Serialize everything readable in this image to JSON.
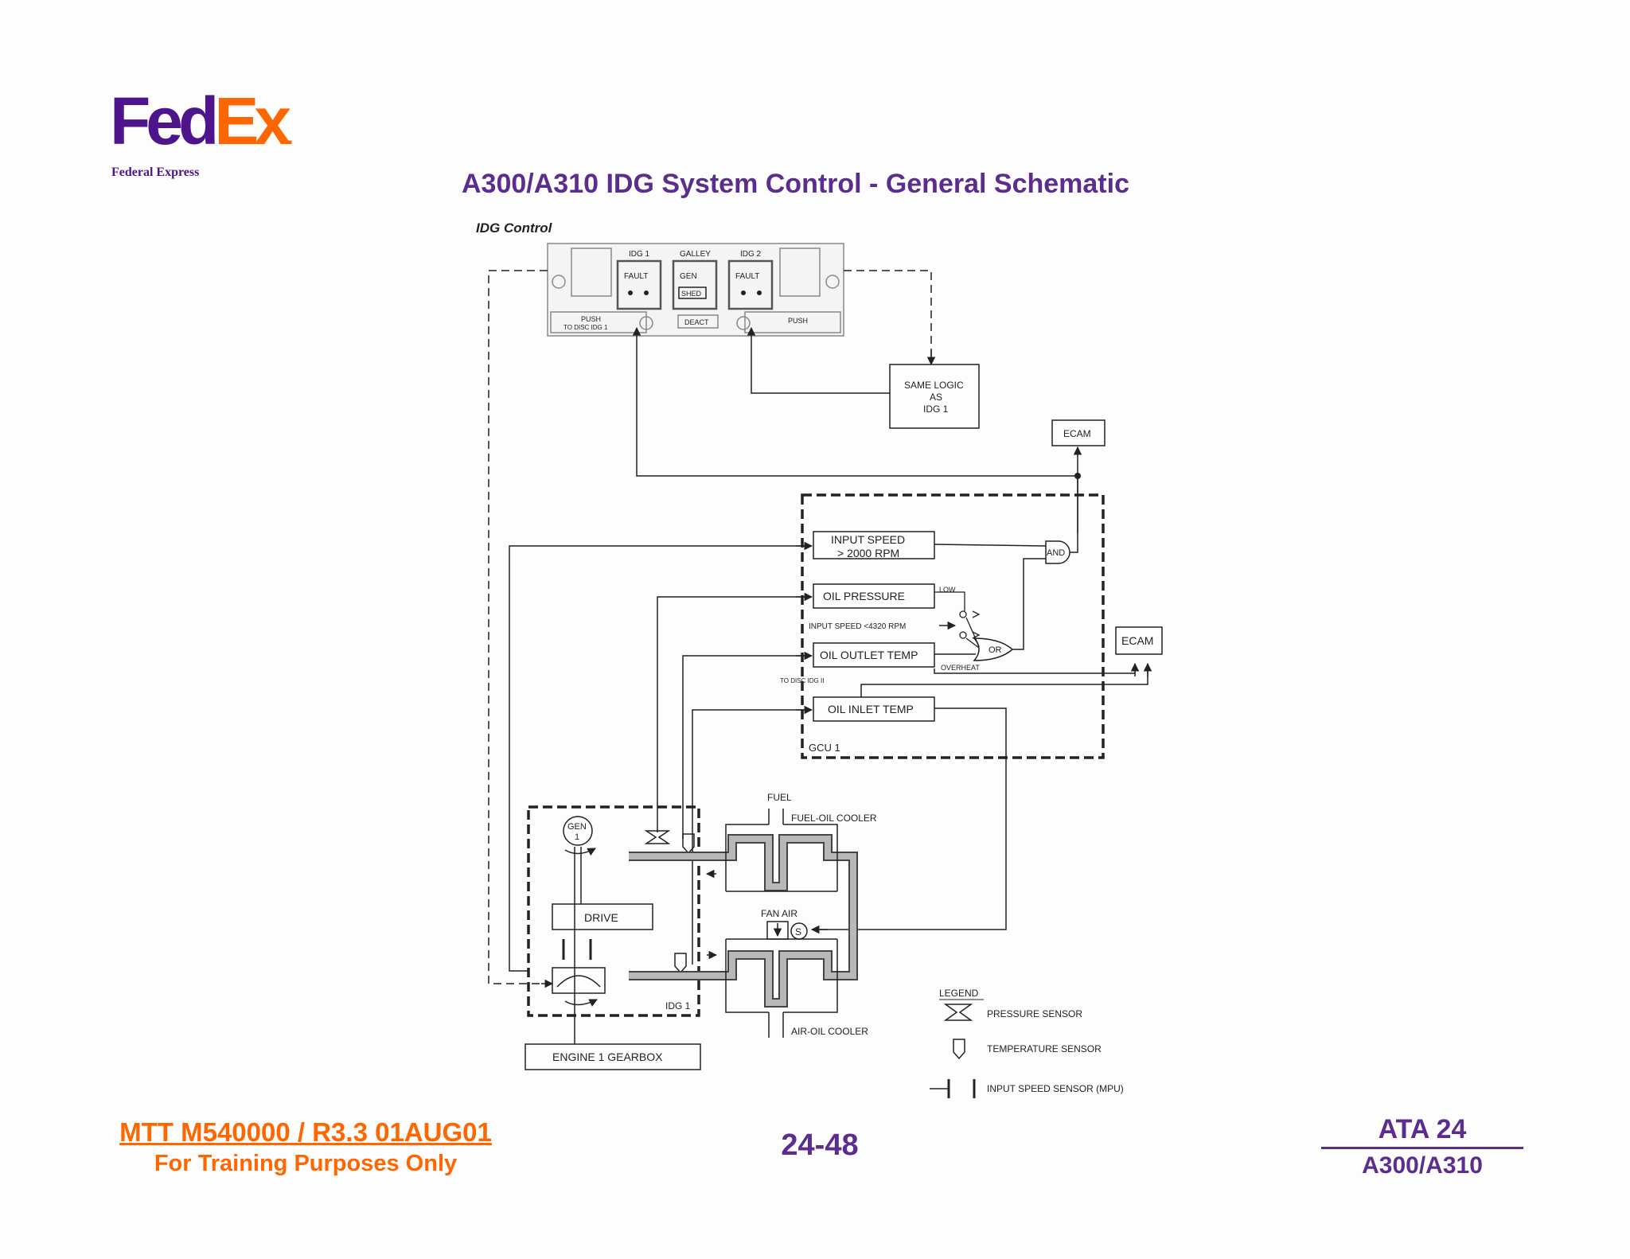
{
  "logo": {
    "brand_fed": "Fed",
    "brand_ex": "Ex",
    "registered": ".",
    "subtitle": "Federal Express"
  },
  "page_title": "A300/A310 IDG System Control - General Schematic",
  "diagram": {
    "section_title": "IDG Control",
    "panel": {
      "idg1": "IDG 1",
      "galley": "GALLEY",
      "idg2": "IDG 2",
      "fault": "FAULT",
      "gen": "GEN",
      "shed": "SHED",
      "push_left": "PUSH",
      "to_disc_idg1": "TO DISC IDG 1",
      "deact": "DEACT",
      "push_right": "PUSH"
    },
    "same_logic": [
      "SAME LOGIC",
      "AS",
      "IDG 1"
    ],
    "ecam_top": "ECAM",
    "ecam_right": "ECAM",
    "gcu": {
      "input_speed": [
        "INPUT SPEED",
        "> 2000 RPM"
      ],
      "oil_pressure": "OIL PRESSURE",
      "low": "LOW",
      "input_speed_lt": "INPUT SPEED <4320 RPM",
      "oil_outlet_temp": "OIL OUTLET TEMP",
      "overheat": "OVERHEAT",
      "to_disc": "TO DISC IDG II",
      "oil_inlet_temp": "OIL INLET TEMP",
      "and_gate": "AND",
      "or_gate": "OR",
      "label": "GCU 1"
    },
    "idg_box": {
      "gen": [
        "GEN",
        "1"
      ],
      "drive": "DRIVE",
      "label": "IDG 1"
    },
    "fuel": "FUEL",
    "fuel_oil_cooler": "FUEL-OIL COOLER",
    "fan_air": "FAN AIR",
    "s_sensor": "S",
    "air_oil_cooler": "AIR-OIL COOLER",
    "gearbox": "ENGINE 1 GEARBOX",
    "legend": {
      "title": "LEGEND",
      "pressure": "PRESSURE SENSOR",
      "temperature": "TEMPERATURE SENSOR",
      "speed": "INPUT SPEED SENSOR (MPU)"
    }
  },
  "footer": {
    "code": "MTT M540000 / R3.3 01AUG01",
    "training": "For Training Purposes Only",
    "page_number": "24-48",
    "ata": "ATA 24",
    "model": "A300/A310"
  }
}
